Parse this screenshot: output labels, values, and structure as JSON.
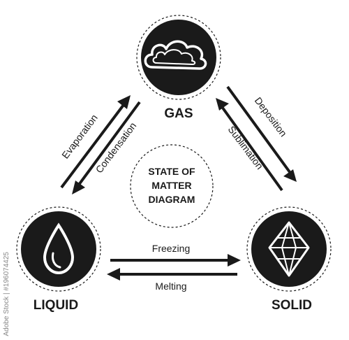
{
  "center": {
    "line1": "STATE OF",
    "line2": "MATTER",
    "line3": "DIAGRAM"
  },
  "states": {
    "gas": "GAS",
    "liquid": "LIQUID",
    "solid": "SOLID"
  },
  "transitions": {
    "evaporation": "Evaporation",
    "condensation": "Condensation",
    "deposition": "Deposition",
    "sublimation": "Sublimation",
    "freezing": "Freezing",
    "melting": "Melting"
  },
  "watermark": "Adobe Stock | #196074425",
  "colors": {
    "fill": "#1a1a1a",
    "background": "#ffffff"
  },
  "icons": {
    "gas": "cloud-icon",
    "liquid": "droplet-icon",
    "solid": "crystal-icon"
  }
}
